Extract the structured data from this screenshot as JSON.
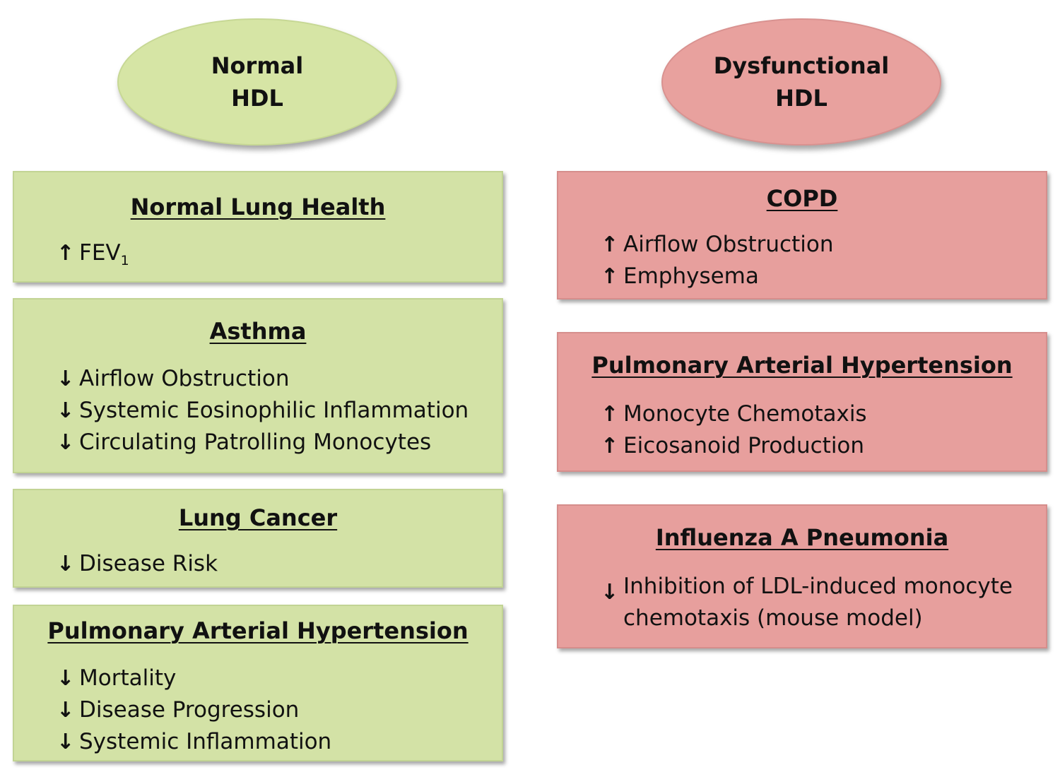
{
  "normal_hdl": {
    "label_line1": "Normal",
    "label_line2": "HDL",
    "boxes": [
      {
        "title": "Normal Lung Health",
        "items": [
          {
            "arrow": "↑",
            "text": "FEV",
            "sub": "1"
          }
        ]
      },
      {
        "title": "Asthma",
        "items": [
          {
            "arrow": "↓",
            "text": "Airflow Obstruction"
          },
          {
            "arrow": "↓",
            "text": "Systemic Eosinophilic Inflammation"
          },
          {
            "arrow": "↓",
            "text": "Circulating Patrolling Monocytes"
          }
        ]
      },
      {
        "title": "Lung Cancer",
        "items": [
          {
            "arrow": "↓",
            "text": "Disease Risk"
          }
        ]
      },
      {
        "title": "Pulmonary Arterial Hypertension",
        "items": [
          {
            "arrow": "↓",
            "text": "Mortality"
          },
          {
            "arrow": "↓",
            "text": "Disease Progression"
          },
          {
            "arrow": "↓",
            "text": "Systemic Inflammation"
          }
        ]
      }
    ]
  },
  "dysfunctional_hdl": {
    "label_line1": "Dysfunctional",
    "label_line2": "HDL",
    "boxes": [
      {
        "title": "COPD",
        "items": [
          {
            "arrow": "↑",
            "text": "Airflow Obstruction"
          },
          {
            "arrow": "↑",
            "text": "Emphysema"
          }
        ]
      },
      {
        "title": "Pulmonary Arterial Hypertension",
        "items": [
          {
            "arrow": "↑",
            "text": "Monocyte Chemotaxis"
          },
          {
            "arrow": "↑",
            "text": "Eicosanoid Production"
          }
        ]
      },
      {
        "title": "Influenza A Pneumonia",
        "items": [
          {
            "arrow": "↓",
            "text": "Inhibition of LDL-induced monocyte chemotaxis (mouse model)"
          }
        ]
      }
    ]
  },
  "colors": {
    "normal_fill": "#d3e2a6",
    "dysfunctional_fill": "#e79f9d"
  }
}
